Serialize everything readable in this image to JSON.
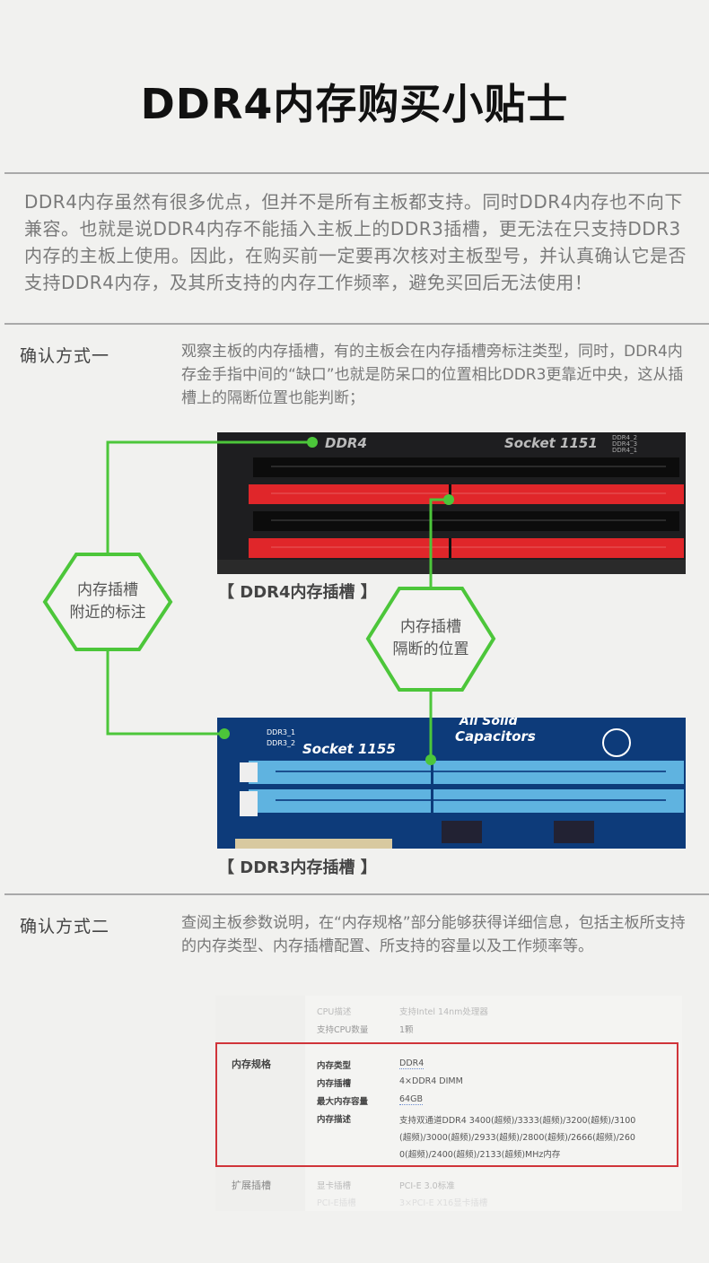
{
  "title": "DDR4内存购买小贴士",
  "intro": "DDR4内存虽然有很多优点，但并不是所有主板都支持。同时DDR4内存也不向下兼容。也就是说DDR4内存不能插入主板上的DDR3插槽，更无法在只支持DDR3内存的主板上使用。因此，在购买前一定要再次核对主板型号，并认真确认它是否支持DDR4内存，及其所支持的内存工作频率，避免买回后无法使用！",
  "method1": {
    "label": "确认方式一",
    "desc": "观察主板的内存插槽，有的主板会在内存插槽旁标注类型，同时，DDR4内存金手指中间的“缺口”也就是防呆口的位置相比DDR3更靠近中央，这从插槽上的隔断位置也能判断；",
    "ddr4_board_text": [
      "DDR4",
      "Socket 1151",
      "DDR4_2",
      "DDR4_3",
      "DDR4_1"
    ],
    "ddr4_caption": "【 DDR4内存插槽 】",
    "ddr3_board_text": [
      "DDR3_1",
      "DDR3_2",
      "Socket 1155",
      "All Solid",
      "Capacitors"
    ],
    "ddr3_caption": "【 DDR3内存插槽 】",
    "callout1": [
      "内存插槽",
      "附近的标注"
    ],
    "callout2": [
      "内存插槽",
      "隔断的位置"
    ]
  },
  "method2": {
    "label": "确认方式二",
    "desc": "查阅主板参数说明，在“内存规格”部分能够获得详细信息，包括主板所支持的内存类型、内存插槽配置、所支持的容量以及工作频率等。",
    "spec_table": {
      "top_rows": [
        [
          "CPU描述",
          "支持Intel 14nm处理器"
        ],
        [
          "支持CPU数量",
          "1颗"
        ]
      ],
      "section": "内存规格",
      "rows": [
        [
          "内存类型",
          "DDR4"
        ],
        [
          "内存插槽",
          "4×DDR4 DIMM"
        ],
        [
          "最大内存容量",
          "64GB"
        ],
        [
          "内存描述",
          "支持双通道DDR4 3400(超频)/3333(超频)/3200(超频)/3100(超频)/3000(超频)/2933(超频)/2800(超频)/2666(超频)/2600(超频)/2400(超频)/2133(超频)MHz内存"
        ]
      ],
      "bottom_section": "扩展插槽",
      "bottom_rows": [
        [
          "显卡插槽",
          "PCI-E 3.0标准"
        ],
        [
          "PCI-E插槽",
          "3×PCI-E X16显卡插槽"
        ]
      ]
    }
  },
  "colors": {
    "accent_green": "#4cc63a",
    "highlight_red": "#d0343a",
    "ddr4_slot_red": "#e0262a",
    "ddr3_slot_blue": "#5fb3e0"
  }
}
